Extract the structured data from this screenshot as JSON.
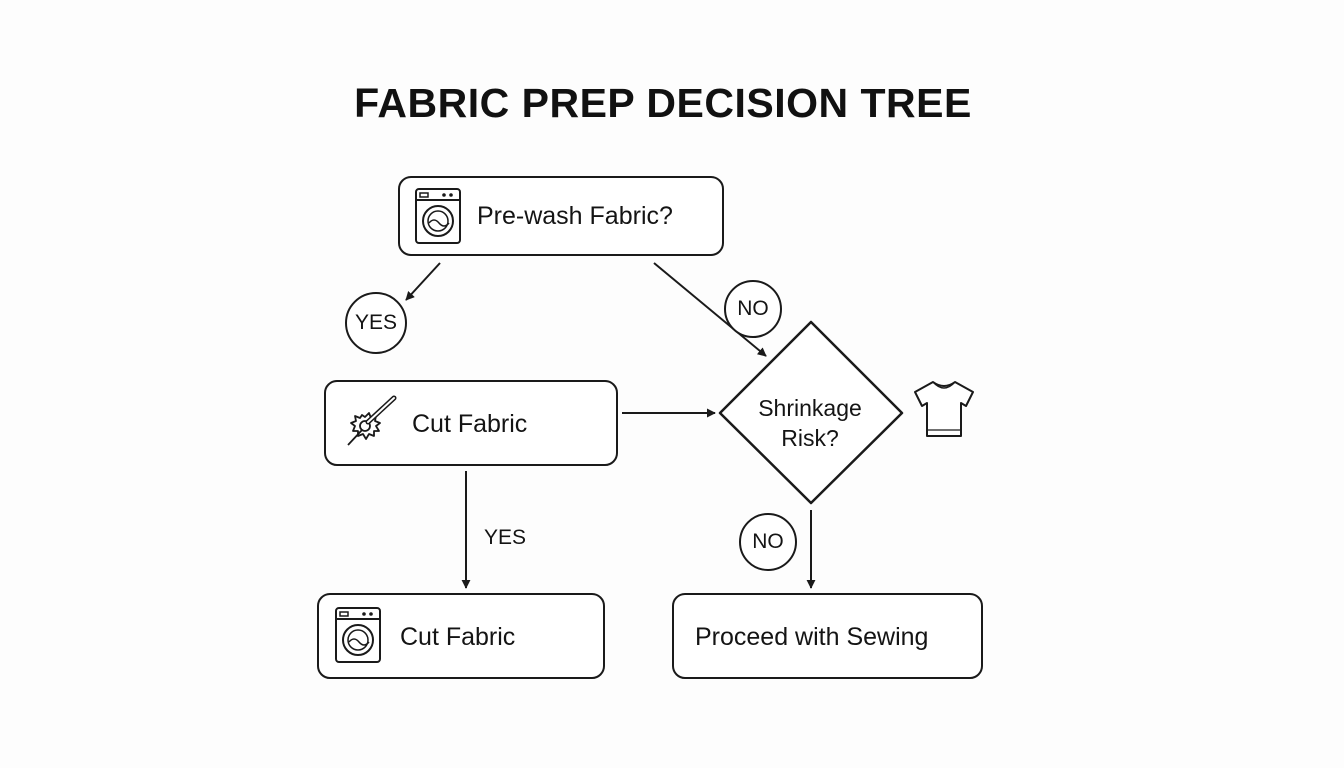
{
  "title": "FABRIC PREP DECISION TREE",
  "nodes": {
    "prewash": {
      "label": "Pre-wash Fabric?",
      "icon": "washing-machine-icon"
    },
    "cut_top": {
      "label": "Cut Fabric",
      "icon": "saw-blade-icon"
    },
    "cut_bottom": {
      "label": "Cut Fabric",
      "icon": "washing-machine-icon"
    },
    "shrinkage": {
      "line1": "Shrinkage",
      "line2": "Risk?",
      "icon": "t-shirt-icon"
    },
    "proceed": {
      "label": "Proceed with Sewing"
    }
  },
  "edges": {
    "prewash_yes": "YES",
    "prewash_no": "NO",
    "cut_yes": "YES",
    "shrinkage_no": "NO"
  }
}
